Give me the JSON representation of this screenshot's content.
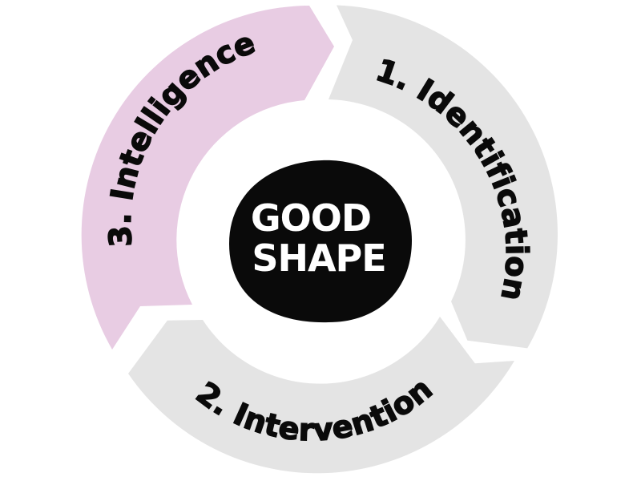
{
  "logo": {
    "line1": "GOOD",
    "line2": "SHAPE"
  },
  "stages": [
    {
      "label": "1. Identification",
      "color": "#e4e4e4"
    },
    {
      "label": "2. Intervention",
      "color": "#e4e4e4"
    },
    {
      "label": "3. Intelligence",
      "color": "#e8cce3"
    }
  ],
  "colors": {
    "center_blob": "#0a0a0a",
    "text": "#0a0a0a",
    "logo_text": "#ffffff"
  }
}
